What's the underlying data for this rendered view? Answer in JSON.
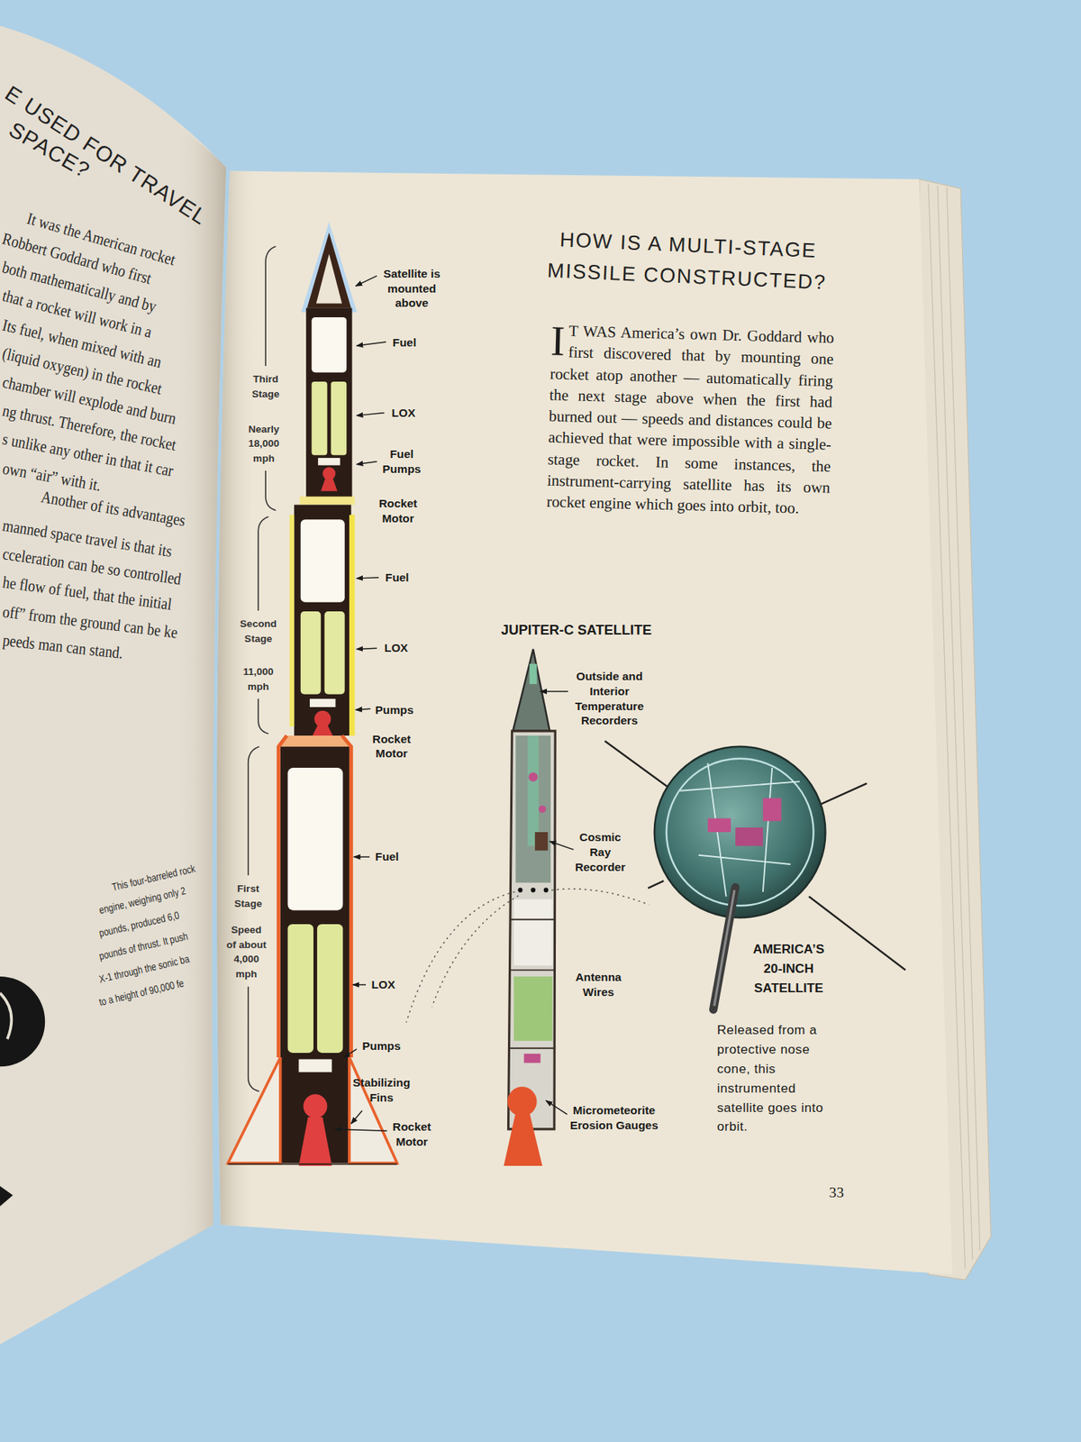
{
  "diagram": {
    "title": "HOW IS A MULTI-STAGE MISSILE CONSTRUCTED?",
    "labels": [
      "E USED FOR TRAVEL",
      "SPACE?",
      "It was the American rocket",
      "Robbert Goddard who first",
      "both mathematically and by",
      "that a rocket will work in a",
      "Its fuel, when mixed with an",
      "(liquid oxygen) in the rocket",
      "chamber will explode and burn",
      "ng thrust. Therefore, the rocket",
      "s unlike any other in that it car",
      "own “air” with it.",
      "Another of its advantages",
      "manned space travel is that its",
      "cceleration can be so controlled",
      "he flow of fuel, that the initial",
      "off” from the ground can be ke",
      "peeds man can stand.",
      "This four-barreled rock",
      "engine, weighing only 2",
      "pounds, produced 6,0",
      "pounds of thrust. It push",
      "X-1 through the sonic ba",
      "to a height of 90,000 fe",
      "IT WAS America’s own Dr. Goddard who first discovered that by mounting one rocket atop another — automatically firing the next stage above when the first had burned out — speeds and distances could be achieved that were impossible with a single-stage rocket. In some instances, the instrument-carrying satellite has its own rocket engine which goes into orbit, too.",
      "Satellite is mounted above",
      "Fuel",
      "LOX",
      "Fuel Pumps",
      "Rocket Motor",
      "Fuel",
      "LOX",
      "Pumps",
      "Rocket Motor",
      "Fuel",
      "LOX",
      "Pumps",
      "Stabilizing Fins",
      "Rocket Motor",
      "Third Stage",
      "Nearly 18,000 mph",
      "Second Stage",
      "11,000 mph",
      "First Stage",
      "Speed of about 4,000 mph",
      "JUPITER-C SATELLITE",
      "Outside and Interior Temperature Recorders",
      "Cosmic Ray Recorder",
      "Antenna Wires",
      "Micrometeorite Erosion Gauges",
      "AMERICA’S 20-INCH SATELLITE",
      "Released from a protective nose cone, this instrumented satellite goes into orbit.",
      "33"
    ]
  }
}
